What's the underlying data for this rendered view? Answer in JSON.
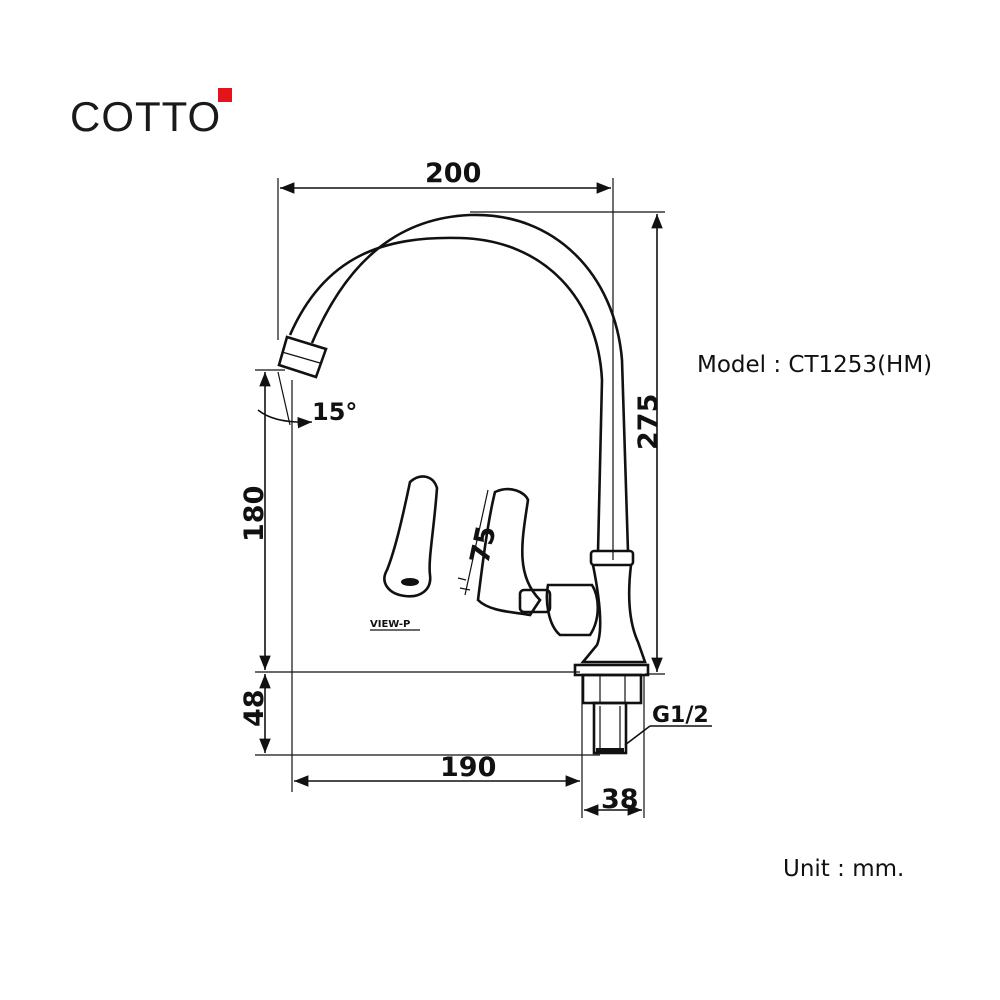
{
  "brand": {
    "name": "COTTO",
    "accent_color": "#e3141b"
  },
  "model_text": "Model : CT1253(HM)",
  "unit_text": "Unit : mm.",
  "dimensions": {
    "width_top": "200",
    "height_total": "275",
    "spout_height": "180",
    "base_height": "48",
    "reach": "190",
    "base_width": "38",
    "handle_length": "75",
    "spout_angle": "15°",
    "thread": "G1/2"
  },
  "view_label": "VIEW-P"
}
